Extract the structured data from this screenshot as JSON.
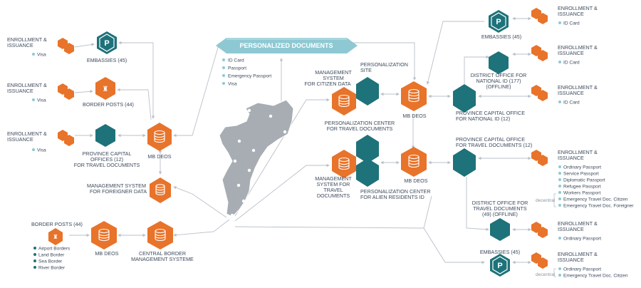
{
  "colors": {
    "orange": "#e8732a",
    "teal": "#1e727a",
    "banner": "#8ec9d3",
    "map": "#a7adb3",
    "line": "#b9c0c8",
    "text": "#3d4a5c"
  },
  "banner": {
    "title": "PERSONALIZED DOCUMENTS",
    "items": [
      "ID Card",
      "Passport",
      "Emergency Passport",
      "Visa"
    ]
  },
  "left": {
    "enroll1": {
      "label1": "ENROLLMENT &",
      "label2": "ISSUANCE",
      "bullet": "Visa"
    },
    "enroll2": {
      "label1": "ENROLLMENT &",
      "label2": "ISSUANCE",
      "bullet": "Visa"
    },
    "enroll3": {
      "label1": "ENROLLMENT &",
      "label2": "ISSUANCE",
      "bullet": "Visa"
    },
    "embassies": "EMBASSIES (45)",
    "border_posts": "BORDER POSTS (44)",
    "province": [
      "PROVINCE CAPITAL",
      "OFFICES (12)",
      "FOR TRAVEL DOCUMENTS"
    ],
    "mbdeos": "MB DEOS",
    "foreigner": [
      "MANAGEMENT SYSTEM",
      "FOR FOREIGNER DATA"
    ],
    "border_posts2": "BORDER POSTS (44)",
    "border_list": [
      "Airport Borders",
      "Land Border",
      "Sea Border",
      "River Border"
    ],
    "mbdeos2": "MB DEOS",
    "central": [
      "CENTRAL BORDER",
      "MANAGEMENT SYSTEME"
    ]
  },
  "middle": {
    "mgmt_citizen": [
      "MANAGEMENT",
      "SYSTEM",
      "FOR CITIZEN DATA"
    ],
    "pers_site": [
      "PERSONALIZATION",
      "SITE"
    ],
    "mbdeos_top": "MB DEOS",
    "pc_travel": [
      "PERSONALIZATION CENTER",
      "FOR TRAVEL DOCUMENTS"
    ],
    "mgmt_travel": [
      "MANAGEMENT",
      "SYSTEM FOR",
      "TRAVEL",
      "DOCUMENTS"
    ],
    "pc_alien": [
      "PERSONALIZATION CENTER",
      "FOR ALIEN RESIDENTS ID"
    ],
    "mbdeos_bottom": "MB DEOS"
  },
  "right": {
    "embassies_top": "EMBASSIES (45)",
    "enroll_top": {
      "label1": "ENROLLMENT &",
      "label2": "ISSUANCE",
      "bullet": "ID Card"
    },
    "district_nat": [
      "DISTRICT OFFICE FOR",
      "NATIONAL ID (177)",
      "(OFFLINE)"
    ],
    "enroll_dist": {
      "label1": "ENROLLMENT &",
      "label2": "ISSUANCE",
      "bullet": "ID Card"
    },
    "enroll_prov": {
      "label1": "ENROLLMENT &",
      "label2": "ISSUANCE",
      "bullet": "ID Card"
    },
    "prov_nat": [
      "PROVINCE CAPITAL OFFICE",
      "FOR NATIONAL ID (12)"
    ],
    "prov_travel": [
      "PROVINCE CAPITAL OFFICE",
      "FOR TRAVEL DOCUMENTS (12)"
    ],
    "enroll_travel": {
      "label1": "ENROLLMENT &",
      "label2": "ISSUANCE",
      "bullets": [
        "Ordinary Passport",
        "Service Passport",
        "Diplomatic Passport",
        "Refugee Passport",
        "Workers Passport",
        "Emergency Travel Doc. Citizen",
        "Emergency Travel Doc. Foreigner"
      ]
    },
    "decentral1": "decentral",
    "district_travel": [
      "DISTRICT OFFICE FOR",
      "TRAVEL DOCUMENTS",
      "(49) (OFFLINE)"
    ],
    "enroll_dtravel": {
      "label1": "ENROLLMENT &",
      "label2": "ISSUANCE",
      "bullet": "Ordinary Passport"
    },
    "embassies_bottom": "EMBASSIES (45)",
    "enroll_emb": {
      "label1": "ENROLLMENT &",
      "label2": "ISSUANCE",
      "bullets": [
        "Ordinary Passport",
        "Emergency Travel Doc. Citizen"
      ]
    },
    "decentral2": "decentral"
  }
}
